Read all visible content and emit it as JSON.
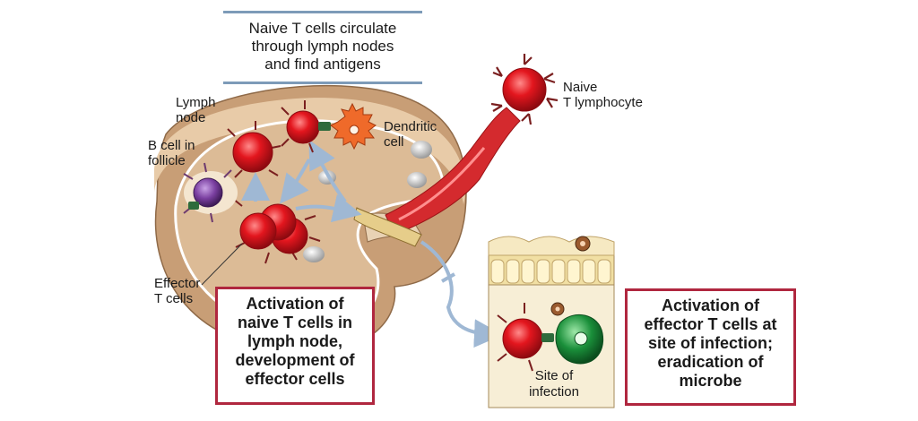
{
  "title": {
    "lines": [
      "Naive T cells circulate",
      "through lymph nodes",
      "and find antigens"
    ]
  },
  "labels": {
    "lymph_node": [
      "Lymph",
      "node"
    ],
    "b_cell": [
      "B cell in",
      "follicle"
    ],
    "dendritic_cell": [
      "Dendritic",
      "cell"
    ],
    "naive_t_lymphocyte": [
      "Naive",
      "T lymphocyte"
    ],
    "effector_t_cells": [
      "Effector",
      "T cells"
    ],
    "site_of_infection": [
      "Site of",
      "infection"
    ]
  },
  "callouts": {
    "activation_naive": [
      "Activation of",
      "naive T cells in",
      "lymph node,",
      "development of",
      "effector cells"
    ],
    "activation_effector": [
      "Activation of",
      "effector T cells at",
      "site of infection;",
      "eradication of",
      "microbe"
    ]
  },
  "colors": {
    "node_tan": "#d9b48c",
    "node_edge": "#a27a55",
    "t_cell_red": "#d4141c",
    "dendritic_orange": "#ef6a2a",
    "b_cell_purple": "#7a3fa0",
    "infected_green": "#1a8f3a",
    "arrow_blue": "#9fb8d4",
    "callout_border": "#b0273f",
    "title_border": "#7d9bb8"
  }
}
